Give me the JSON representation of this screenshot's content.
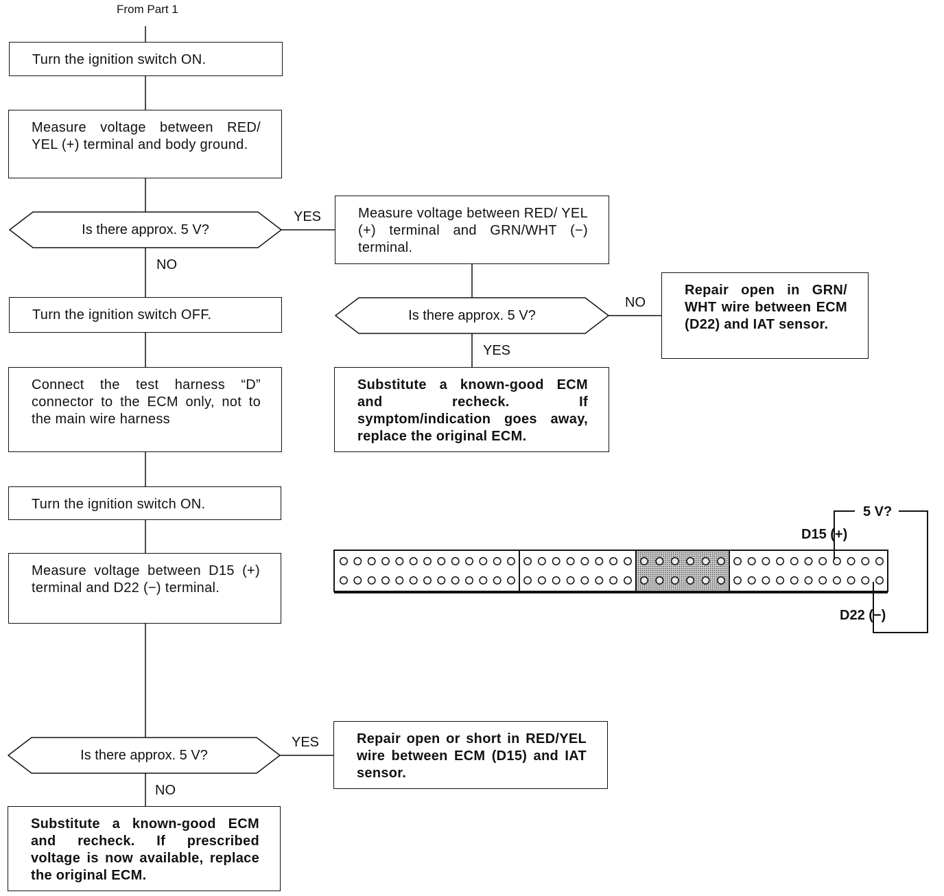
{
  "start_label": "From Part 1",
  "steps": {
    "ign_on_1": "Turn the ignition switch ON.",
    "measure_1": "Measure voltage between RED/ YEL (+) terminal and body ground.",
    "decision_1": "Is there approx. 5 V?",
    "measure_2": "Measure voltage between RED/ YEL (+) terminal and GRN/WHT (−) terminal.",
    "decision_2": "Is there approx. 5 V?",
    "repair_grn": "Repair open in GRN/ WHT wire between ECM (D22) and IAT sensor.",
    "substitute_1": "Substitute a known-good ECM and recheck. If symptom/indication goes away, replace the original ECM.",
    "ign_off": "Turn the ignition switch OFF.",
    "connect_harness": "Connect the test harness “D” connector to the ECM only, not to the main wire harness",
    "ign_on_2": "Turn the ignition switch ON.",
    "measure_3": "Measure voltage between D15 (+) terminal and D22 (−) terminal.",
    "decision_3": "Is there approx. 5 V?",
    "repair_red": "Repair open or short in RED/YEL wire between ECM (D15) and IAT sensor.",
    "substitute_2": "Substitute a known-good ECM and recheck. If prescribed voltage is now available, replace the original ECM."
  },
  "branch_labels": {
    "d1_yes": "YES",
    "d1_no": "NO",
    "d2_no": "NO",
    "d2_yes": "YES",
    "d3_yes": "YES",
    "d3_no": "NO"
  },
  "connector": {
    "probe_label": "5 V?",
    "d15_label": "D15 (+)",
    "d22_label": "D22 (−)",
    "sections": [
      {
        "name": "section-1",
        "pins_per_row": 13,
        "shaded": false
      },
      {
        "name": "section-2",
        "pins_per_row": 8,
        "shaded": false
      },
      {
        "name": "section-3",
        "pins_per_row": 6,
        "shaded": true
      },
      {
        "name": "section-4",
        "pins_per_row": 11,
        "shaded": false
      }
    ]
  },
  "colors": {
    "line": "#111111",
    "shade": "#9a9a9a"
  }
}
